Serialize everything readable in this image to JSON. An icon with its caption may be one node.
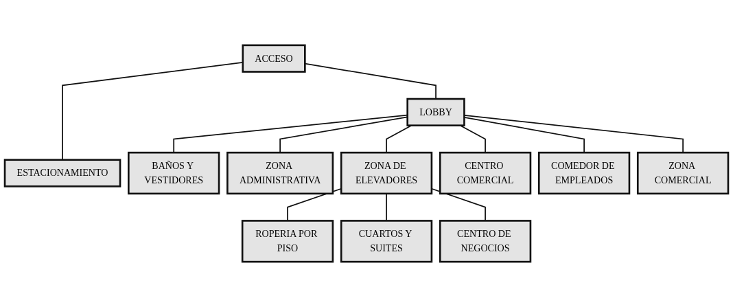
{
  "diagram": {
    "nodes": [
      {
        "text": [
          "ACCESO"
        ]
      },
      {
        "text": [
          "LOBBY"
        ]
      },
      {
        "text": [
          "ESTACIONAMIENTO"
        ]
      },
      {
        "text": [
          "BAÑOS Y VESTIDORES"
        ]
      },
      {
        "text": [
          "ZONA ADMINISTRATIVA"
        ]
      },
      {
        "text": [
          "ZONA DE ELEVADORES"
        ]
      },
      {
        "text": [
          "CENTRO COMERCIAL"
        ]
      },
      {
        "text": [
          "COMEDOR DE EMPLEADOS"
        ]
      },
      {
        "text": [
          "ZONA COMERCIAL"
        ]
      },
      {
        "text": [
          "ROPERIA POR PISO"
        ]
      },
      {
        "text": [
          "CUARTOS Y SUITES"
        ]
      },
      {
        "text": [
          "CENTRO DE NEGOCIOS"
        ]
      }
    ],
    "edges": [
      {
        "from": 0,
        "to": 1,
        "arrow": "none"
      },
      {
        "from": 0,
        "to": 2,
        "arrow": "none"
      },
      {
        "from": 1,
        "to": 3,
        "arrow": "none"
      },
      {
        "from": 1,
        "to": 4,
        "arrow": "none"
      },
      {
        "from": 1,
        "to": 5,
        "arrow": "none"
      },
      {
        "from": 1,
        "to": 6,
        "arrow": "none"
      },
      {
        "from": 1,
        "to": 7,
        "arrow": "none"
      },
      {
        "from": 1,
        "to": 8,
        "arrow": "none"
      },
      {
        "from": 5,
        "to": 9,
        "arrow": "none"
      },
      {
        "from": 5,
        "to": 10,
        "arrow": "none"
      },
      {
        "from": 5,
        "to": 11,
        "arrow": "none"
      }
    ]
  }
}
